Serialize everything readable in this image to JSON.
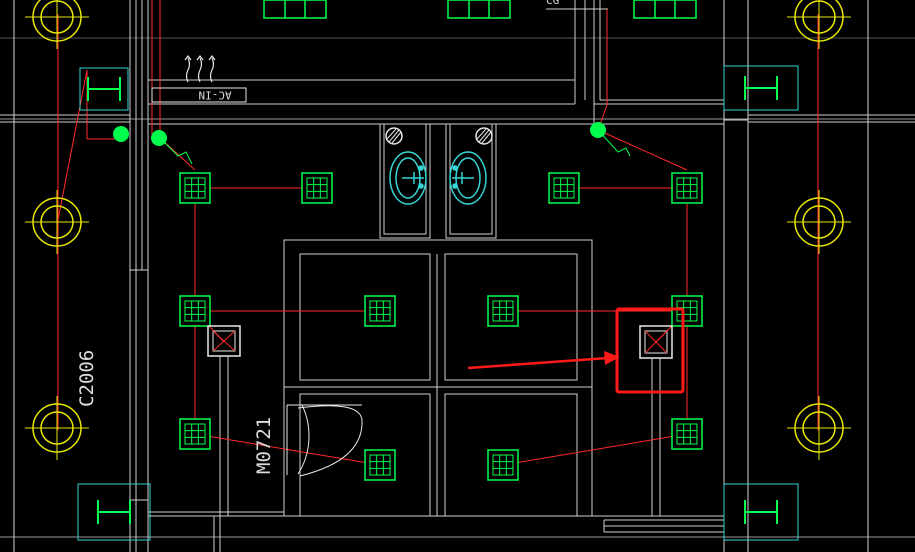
{
  "drawing": {
    "labels": {
      "window": "C2006",
      "door": "M0721",
      "ac_tag": "AC-IN",
      "top_fragment": "CG"
    },
    "colors": {
      "background": "#000000",
      "wall": "#d0d0d0",
      "wire": "#ff2a2a",
      "fixture": "#00ff4c",
      "column": "#e8e800",
      "panel": "#36d6d6",
      "sanitary": "#36d6d6",
      "highlight": "#ff1a1a"
    },
    "icons": [
      "grid-light-icon",
      "exhaust-fan-icon",
      "junction-dot-icon",
      "column-marker-icon",
      "panel-icon",
      "washbasin-icon",
      "arrow-icon"
    ]
  }
}
